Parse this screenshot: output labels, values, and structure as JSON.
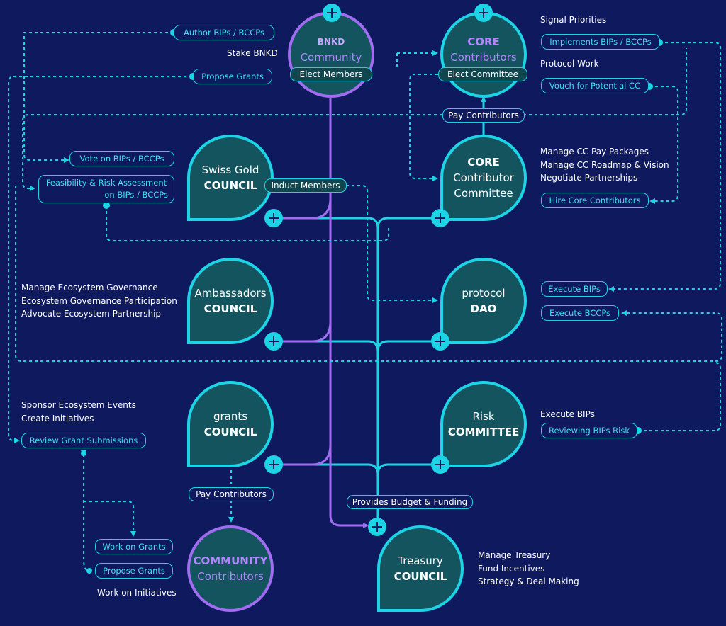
{
  "colors": {
    "background": "#0f1a5e",
    "cyan": "#1dd3e6",
    "purple": "#a06cf0",
    "node_fill": "#13545f"
  },
  "nodes": {
    "bnkd": {
      "line1": "BNKD",
      "line2": "Community"
    },
    "core_contributors": {
      "line1": "CORE",
      "line2": "Contributors"
    },
    "swiss_gold": {
      "line1": "Swiss Gold",
      "line2": "COUNCIL"
    },
    "core_committee": {
      "line1": "CORE",
      "line2": "Contributor",
      "line3": "Committee"
    },
    "ambassadors": {
      "line1": "Ambassadors",
      "line2": "COUNCIL"
    },
    "protocol_dao": {
      "line1": "protocol",
      "line2": "DAO"
    },
    "grants": {
      "line1": "grants",
      "line2": "COUNCIL"
    },
    "risk": {
      "line1": "Risk",
      "line2": "COMMITTEE"
    },
    "community_contributors": {
      "line1": "COMMUNITY",
      "line2": "Contributors"
    },
    "treasury": {
      "line1": "Treasury",
      "line2": "COUNCIL"
    }
  },
  "tags": {
    "elect_members": "Elect Members",
    "elect_committee": "Elect Committee",
    "pay_contributors_top": "Pay Contributors",
    "induct_members": "Induct Members",
    "pay_contributors_bottom": "Pay Contributors",
    "provides_budget": "Provides Budget & Funding"
  },
  "pills": {
    "author_bips": "Author BIPs / BCCPs",
    "propose_grants_top": "Propose Grants",
    "vote_bips": "Vote on BIPs / BCCPs",
    "feasibility_line1": "Feasibility & Risk Assessment",
    "feasibility_line2": "on BIPs / BCCPs",
    "implements_bips": "Implements BIPs / BCCPs",
    "vouch_cc": "Vouch for Potential CC",
    "hire_core": "Hire Core Contributors",
    "execute_bips": "Execute BIPs",
    "execute_bccps": "Execute BCCPs",
    "reviewing_bips_risk": "Reviewing BIPs Risk",
    "review_grant_submissions": "Review Grant Submissions",
    "work_on_grants": "Work on Grants",
    "propose_grants_bottom": "Propose Grants"
  },
  "texts": {
    "stake_bnkd": "Stake BNKD",
    "signal_priorities": "Signal Priorities",
    "protocol_work": "Protocol Work",
    "cc_duties": [
      "Manage CC Pay Packages",
      "Manage CC Roadmap & Vision",
      "Negotiate Partnerships"
    ],
    "ambassador_duties": [
      "Manage Ecosystem Governance",
      "Ecosystem Governance Participation",
      "Advocate Ecosystem Partnership"
    ],
    "grants_duties": [
      "Sponsor Ecosystem Events",
      "Create Initiatives"
    ],
    "execute_bips_text": "Execute BIPs",
    "work_on_initiatives": "Work on Initiatives",
    "treasury_duties": [
      "Manage Treasury",
      "Fund Incentives",
      "Strategy & Deal Making"
    ]
  }
}
